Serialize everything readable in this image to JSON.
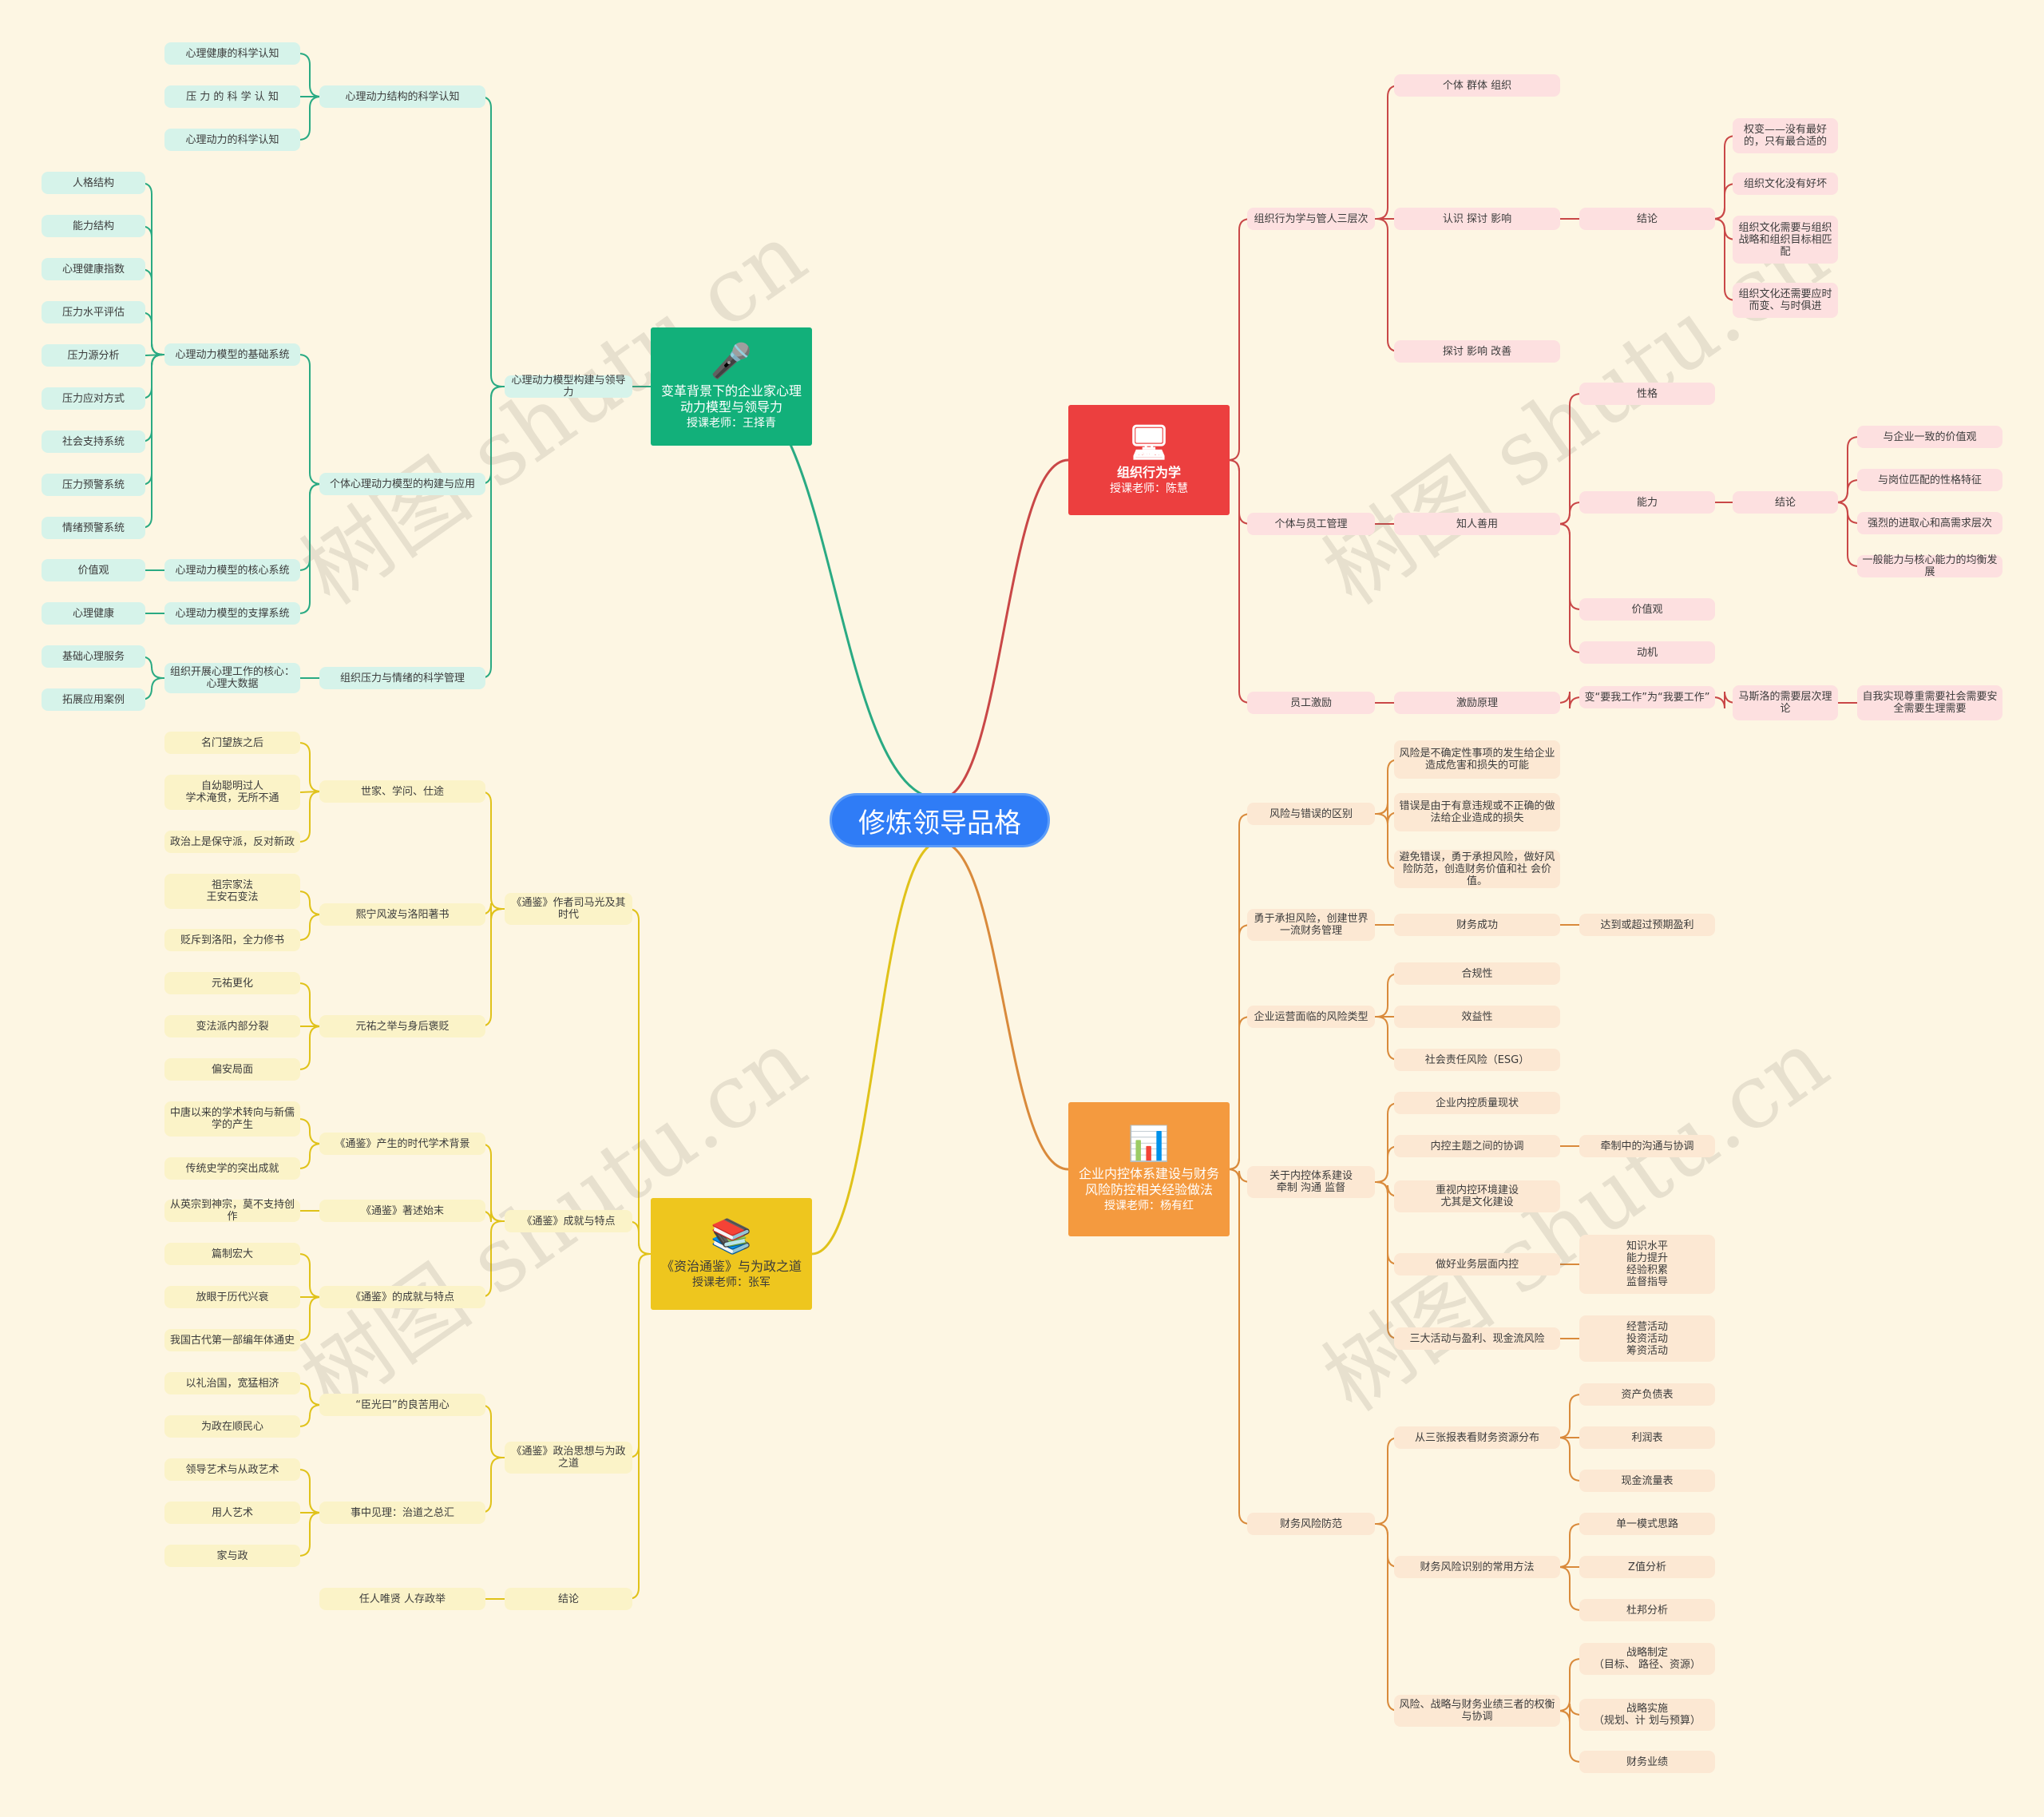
{
  "central": "修炼领导品格",
  "watermark": "树图 shutu.cn",
  "colors": {
    "teal": "#12b07a",
    "red": "#ec3f3f",
    "orange": "#f49a3f",
    "yellow": "#eec61e",
    "teal_node": "#d6f3ea",
    "red_node": "#fde0e0",
    "orange_node": "#fce8d3",
    "yellow_node": "#fbf3c8",
    "teal_line": "#2aaa83",
    "red_line": "#c94747",
    "orange_line": "#d98a3b",
    "yellow_line": "#e0c21a"
  },
  "main": {
    "psych": {
      "title": "变革背景下的企业家心理动力模型与领导力",
      "teacher": "授课老师：王择青",
      "icon": "person-podium-icon"
    },
    "org": {
      "title": "组织行为学",
      "teacher": "授课老师：陈慧",
      "icon": "computer-icon"
    },
    "fin": {
      "title": "企业内控体系建设与财务风险防控相关经验做法",
      "teacher": "授课老师：杨有红",
      "icon": "document-chart-icon"
    },
    "zztj": {
      "title": "《资治通鉴》与为政之道",
      "teacher": "授课老师：张军",
      "icon": "books-icon"
    }
  },
  "psych": {
    "l1": [
      "心理动力模型构建与领导力"
    ],
    "l2": [
      "心理动力结构的科学认知",
      "个体心理动力模型的构建与应用",
      "组织压力与情绪的科学管理"
    ],
    "l3": [
      "心理健康的科学认知",
      "压 力 的 科 学 认 知",
      "心理动力的科学认知",
      "心理动力模型的基础系统",
      "心理动力模型的核心系统",
      "心理动力模型的支撑系统",
      "组织开展心理工作的核心：心理大数据"
    ],
    "l4": [
      "人格结构",
      "能力结构",
      "心理健康指数",
      "压力水平评估",
      "压力源分析",
      "压力应对方式",
      "社会支持系统",
      "压力预警系统",
      "情绪预警系统",
      "价值观",
      "心理健康",
      "基础心理服务",
      "拓展应用案例"
    ]
  },
  "org": {
    "l1": [
      "组织行为学与管人三层次",
      "个体与员工管理",
      "员工激励"
    ],
    "l2": [
      "个体  群体  组织",
      "认识  探讨  影响",
      "探讨  影响  改善",
      "知人善用",
      "激励原理"
    ],
    "l3": [
      "结论",
      "性格",
      "能力",
      "价值观",
      "动机",
      "变“要我工作”为“我要工作”"
    ],
    "l4": [
      "权变——没有最好的，只有最合适的",
      "组织文化没有好坏",
      "组织文化需要与组织战略和组织目标相匹配",
      "组织文化还需要应时而变、与时俱进",
      "结论",
      "马斯洛的需要层次理论"
    ],
    "l5": [
      "与企业一致的价值观",
      "与岗位匹配的性格特征",
      "强烈的进取心和高需求层次",
      "一般能力与核心能力的均衡发展",
      "自我实现尊重需要社会需要安全需要生理需要"
    ]
  },
  "fin": {
    "l1": [
      "风险与错误的区别",
      "勇于承担风险，创建世界一流财务管理",
      "企业运营面临的风险类型",
      "关于内控体系建设\n牵制 沟通 监督",
      "财务风险防范"
    ],
    "l2": [
      "风险是不确定性事项的发生给企业造成危害和损失的可能",
      "错误是由于有意违规或不正确的做法给企业造成的损失",
      "避免错误，勇于承担风险，做好风险防范，创造财务价值和社 会价值。",
      "财务成功",
      "合规性",
      "效益性",
      "社会责任风险（ESG）",
      "企业内控质量现状",
      "内控主题之间的协调",
      "重视内控环境建设\n尤其是文化建设",
      "做好业务层面内控",
      "三大活动与盈利、现金流风险",
      "从三张报表看财务资源分布",
      "财务风险识别的常用方法",
      "风险、战略与财务业绩三者的权衡与协调"
    ],
    "l3": [
      "达到或超过预期盈利",
      "牵制中的沟通与协调",
      "知识水平\n能力提升\n经验积累\n监督指导",
      "经营活动\n投资活动\n筹资活动",
      "资产负债表",
      "利润表",
      "现金流量表",
      "单一模式思路",
      "Z值分析",
      "杜邦分析",
      "战略制定\n（目标、 路径、资源）",
      "战略实施\n（规划、计 划与预算）",
      "财务业绩"
    ]
  },
  "zztj": {
    "l1": [
      "《通鉴》作者司马光及其时代",
      "《通鉴》成就与特点",
      "《通鉴》政治思想与为政之道",
      "结论"
    ],
    "l2": [
      "世家、学问、仕途",
      "熙宁风波与洛阳著书",
      "元祐之举与身后褒贬",
      "《通鉴》产生的时代学术背景",
      "《通鉴》著述始末",
      "《通鉴》的成就与特点",
      "“臣光曰”的良苦用心",
      "事中见理：治道之总汇",
      "任人唯贤 人存政举"
    ],
    "l3": [
      "名门望族之后",
      "自幼聪明过人\n学术淹贯，无所不通",
      "政治上是保守派，反对新政",
      "祖宗家法\n王安石变法",
      "贬斥到洛阳，全力修书",
      "元祐更化",
      "变法派内部分裂",
      "偏安局面",
      "中唐以来的学术转向与新儒学的产生",
      "传统史学的突出成就",
      "从英宗到神宗，莫不支持创作",
      "篇制宏大",
      "放眼于历代兴衰",
      "我国古代第一部编年体通史",
      "以礼治国，宽猛相济",
      "为政在顺民心",
      "领导艺术与从政艺术",
      "用人艺术",
      "家与政"
    ]
  }
}
